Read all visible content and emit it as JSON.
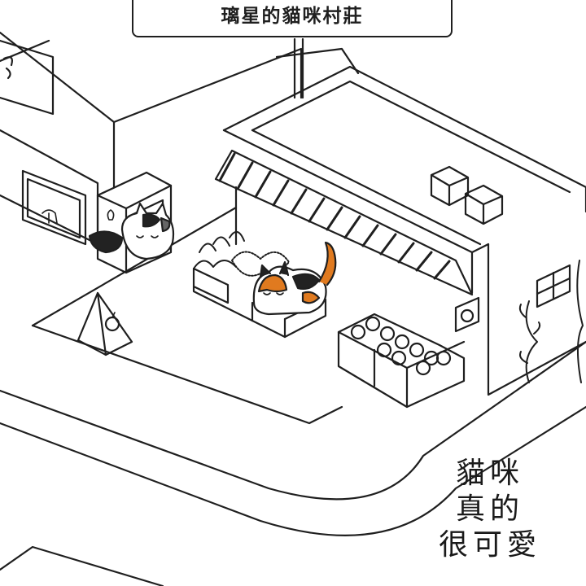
{
  "title": "璃星的貓咪村莊",
  "caption": {
    "line1": "貓咪",
    "line2": "真的",
    "line3": "很可愛"
  },
  "colors": {
    "ink": "#1f1f1f",
    "background": "#ffffff",
    "cat_orange": "#e07a1f",
    "cat_black": "#222222",
    "cat_white": "#ffffff"
  }
}
